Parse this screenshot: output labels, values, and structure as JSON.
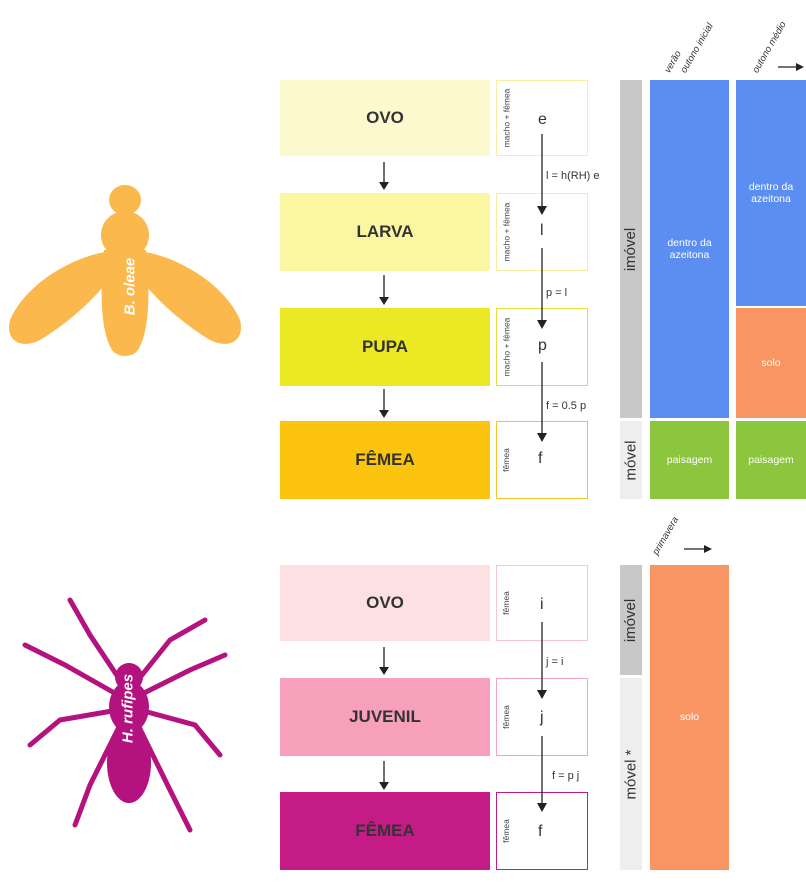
{
  "colors": {
    "bo_ovo": "#fcf9cf",
    "bo_larva": "#fbf6a2",
    "bo_pupa": "#ebe923",
    "bo_femea": "#fcc40e",
    "hr_ovo": "#fde0e1",
    "hr_juvenil": "#f7a0bc",
    "hr_femea": "#c51b87",
    "insect": "#fbb84d",
    "spider": "#b3127f",
    "habitat_blue": "#5b8ef0",
    "habitat_orange": "#f99563",
    "habitat_green": "#8cc63e",
    "mobility_gray": "#c8c8c8"
  },
  "bo": {
    "species": "B. oleae",
    "stages": [
      "OVO",
      "LARVA",
      "PUPA",
      "FÊMEA"
    ],
    "sex_labels": [
      "macho + fêmea",
      "macho + fêmea",
      "macho + fêmea",
      "fêmea"
    ],
    "vars": [
      "e",
      "l",
      "p",
      "f"
    ],
    "equations": [
      "l = h(RH) e",
      "p = l",
      "f = 0.5 p"
    ],
    "mobility": [
      "imóvel",
      "móvel"
    ],
    "seasons": [
      "verão",
      "outono inicial",
      "outono médio"
    ],
    "habitats": {
      "col1": [
        "dentro da azeitona",
        "paisagem"
      ],
      "col2": [
        "dentro da azeitona",
        "solo",
        "paisagem"
      ]
    }
  },
  "hr": {
    "species": "H. rufipes",
    "stages": [
      "OVO",
      "JUVENIL",
      "FÊMEA"
    ],
    "sex_labels": [
      "fêmea",
      "fêmea",
      "fêmea"
    ],
    "vars": [
      "i",
      "j",
      "f"
    ],
    "equations": [
      "j = i",
      "f = p j"
    ],
    "mobility": [
      "imóvel",
      "móvel *"
    ],
    "season": "primavera",
    "habitat": "solo"
  }
}
